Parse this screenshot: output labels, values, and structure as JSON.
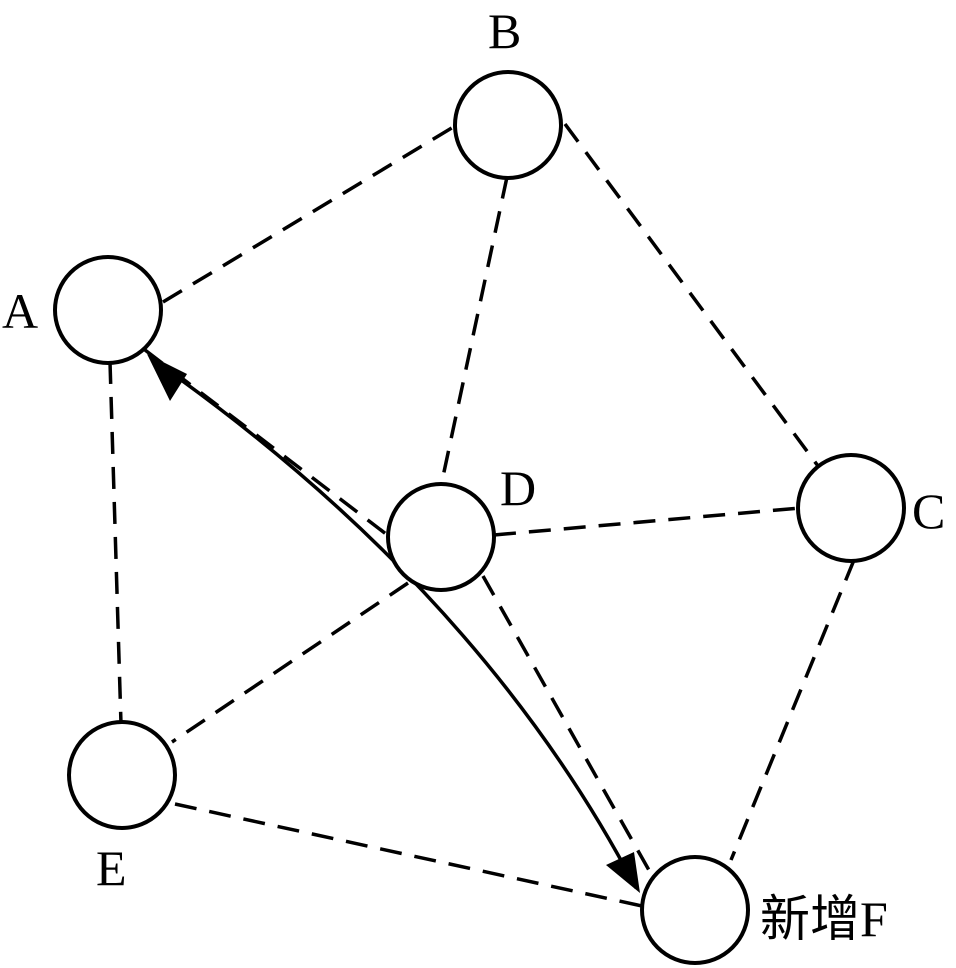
{
  "nodes": [
    {
      "id": "A",
      "label": "A"
    },
    {
      "id": "B",
      "label": "B"
    },
    {
      "id": "C",
      "label": "C"
    },
    {
      "id": "D",
      "label": "D"
    },
    {
      "id": "E",
      "label": "E"
    },
    {
      "id": "F",
      "label": "新增F"
    }
  ],
  "edges": [
    {
      "from": "A",
      "to": "B",
      "style": "dashed"
    },
    {
      "from": "A",
      "to": "E",
      "style": "dashed"
    },
    {
      "from": "A",
      "to": "D",
      "style": "dashed"
    },
    {
      "from": "B",
      "to": "D",
      "style": "dashed"
    },
    {
      "from": "B",
      "to": "C",
      "style": "dashed"
    },
    {
      "from": "D",
      "to": "C",
      "style": "dashed"
    },
    {
      "from": "D",
      "to": "E",
      "style": "dashed"
    },
    {
      "from": "D",
      "to": "F",
      "style": "dashed"
    },
    {
      "from": "E",
      "to": "F",
      "style": "dashed"
    },
    {
      "from": "C",
      "to": "F",
      "style": "dashed"
    },
    {
      "from": "A",
      "to": "F",
      "style": "solid-bidirectional"
    }
  ],
  "colors": {
    "stroke": "#000000",
    "background": "#ffffff"
  }
}
